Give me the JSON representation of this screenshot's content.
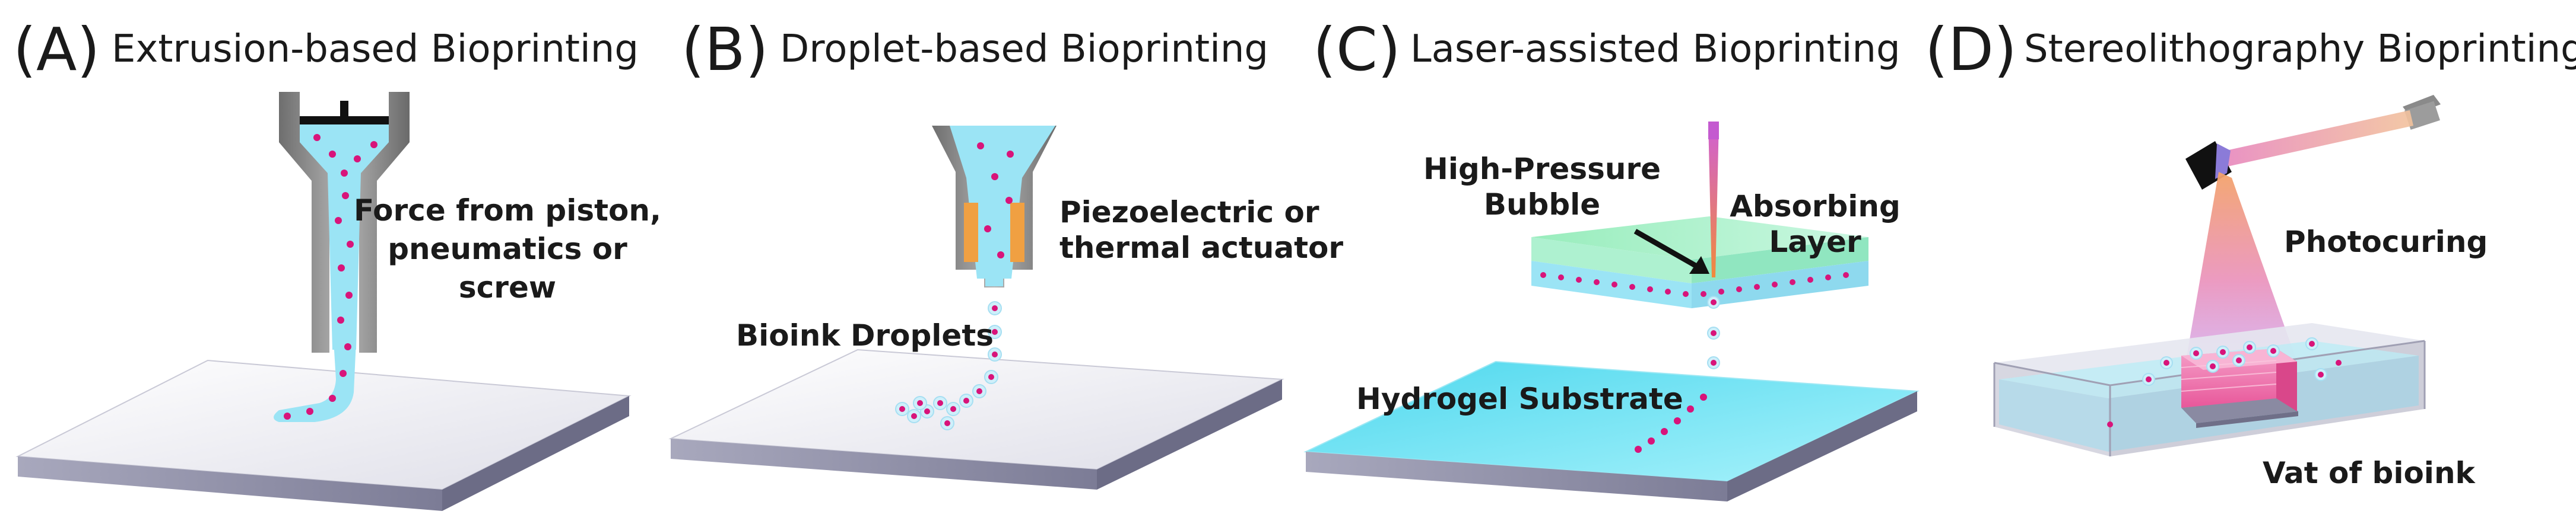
{
  "panels": [
    {
      "letter": "(A)",
      "title": "Extrusion-based Bioprinting",
      "labels": {
        "line1": "Force from piston,",
        "line2": "pneumatics or",
        "line3": "screw"
      }
    },
    {
      "letter": "(B)",
      "title": "Droplet-based Bioprinting",
      "labels": {
        "actuator1": "Piezoelectric or",
        "actuator2": "thermal actuator",
        "droplets": "Bioink Droplets"
      }
    },
    {
      "letter": "(C)",
      "title": "Laser-assisted Bioprinting",
      "labels": {
        "bubble1": "High-Pressure",
        "bubble2": "Bubble",
        "absorb1": "Absorbing",
        "absorb2": "Layer",
        "substrate": "Hydrogel Substrate"
      }
    },
    {
      "letter": "(D)",
      "title": "Stereolithography Bioprinting",
      "labels": {
        "curing": "Photocuring",
        "vat": "Vat of bioink"
      }
    }
  ],
  "colors": {
    "bioink": "#9be4f5",
    "cell": "#d8147a",
    "actuator": "#f0a042",
    "absorbing_layer": "#a6f0c4",
    "hydrogel": "#62e3f3",
    "platform_top": "#eeeef4",
    "platform_side": "#8e8ea6",
    "laser": "#d26fd2",
    "resin_cube": "#f27ab0"
  }
}
